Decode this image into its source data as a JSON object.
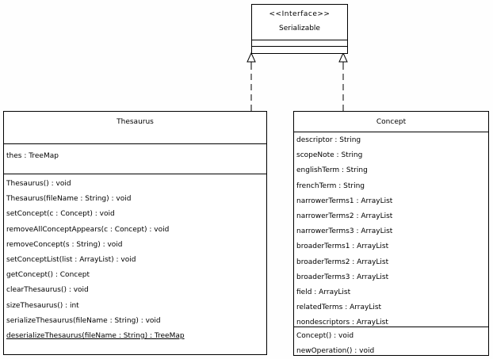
{
  "interface": {
    "stereotype": "<<Interface>>",
    "name": "Serializable"
  },
  "thesaurus": {
    "name": "Thesaurus",
    "attributes": [
      "thes : TreeMap"
    ],
    "operations": [
      "Thesaurus() : void",
      "Thesaurus(fileName : String) : void",
      "setConcept(c : Concept) : void",
      "removeAllConceptAppears(c : Concept) : void",
      "removeConcept(s : String) : void",
      "setConceptList(list : ArrayList) : void",
      "getConcept() : Concept",
      "clearThesaurus() : void",
      "sizeThesaurus() : int",
      "serializeThesaurus(fileName : String) : void",
      "deserializeThesaurus(fileName : String) : TreeMap"
    ]
  },
  "concept": {
    "name": "Concept",
    "attributes": [
      "descriptor : String",
      "scopeNote : String",
      "englishTerm : String",
      "frenchTerm : String",
      "narrowerTerms1 : ArrayList",
      "narrowerTerms2 : ArrayList",
      "narrowerTerms3 : ArrayList",
      "broaderTerms1 : ArrayList",
      "broaderTerms2 : ArrayList",
      "broaderTerms3 : ArrayList",
      "field : ArrayList",
      "relatedTerms : ArrayList",
      "nondescriptors : ArrayList"
    ],
    "operations": [
      "Concept() : void",
      "newOperation() : void"
    ]
  }
}
